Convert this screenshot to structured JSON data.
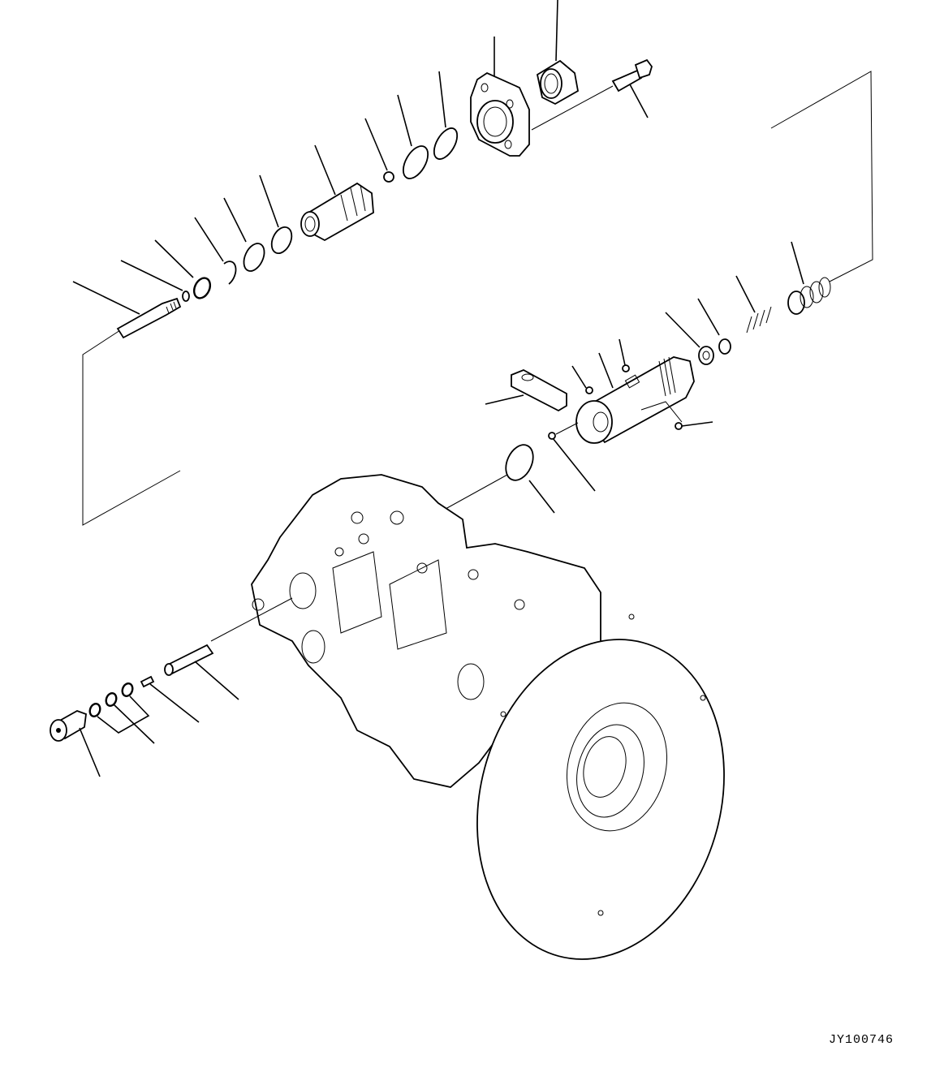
{
  "diagram": {
    "type": "exploded-parts-diagram",
    "subject": "hydraulic pump assembly with servo/valve components",
    "drawing_code": "JY100746",
    "colors": {
      "line": "#000000",
      "background": "#ffffff"
    },
    "parts": [
      {
        "id": "flange",
        "label": ""
      },
      {
        "id": "nut",
        "label": ""
      },
      {
        "id": "bolt",
        "label": ""
      },
      {
        "id": "o-ring-upper-1",
        "label": ""
      },
      {
        "id": "o-ring-upper-2",
        "label": ""
      },
      {
        "id": "small-nut",
        "label": ""
      },
      {
        "id": "plug-sleeve",
        "label": ""
      },
      {
        "id": "o-ring-3",
        "label": ""
      },
      {
        "id": "o-ring-4",
        "label": ""
      },
      {
        "id": "snap-ring",
        "label": ""
      },
      {
        "id": "backup-ring",
        "label": ""
      },
      {
        "id": "small-o-ring",
        "label": ""
      },
      {
        "id": "spool",
        "label": ""
      },
      {
        "id": "spring-large",
        "label": ""
      },
      {
        "id": "spring-small",
        "label": ""
      },
      {
        "id": "seat",
        "label": ""
      },
      {
        "id": "washer",
        "label": ""
      },
      {
        "id": "servo-sleeve",
        "label": ""
      },
      {
        "id": "set-screw-a",
        "label": ""
      },
      {
        "id": "set-screw-b",
        "label": ""
      },
      {
        "id": "set-screw-c",
        "label": ""
      },
      {
        "id": "plate",
        "label": ""
      },
      {
        "id": "o-ring-lower",
        "label": ""
      },
      {
        "id": "plug-small",
        "label": ""
      },
      {
        "id": "pump-body",
        "label": ""
      },
      {
        "id": "flywheel-housing",
        "label": ""
      },
      {
        "id": "pin-shaft",
        "label": ""
      },
      {
        "id": "pin",
        "label": ""
      },
      {
        "id": "o-rings-set",
        "label": ""
      },
      {
        "id": "plug-adjuster",
        "label": ""
      }
    ]
  }
}
